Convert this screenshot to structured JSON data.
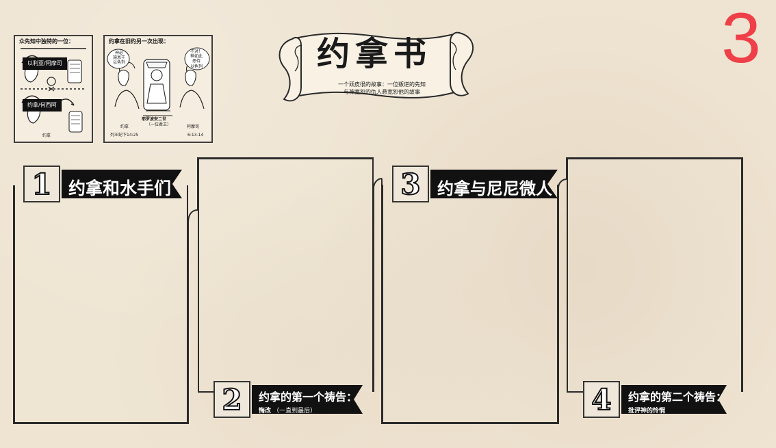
{
  "page": {
    "slide_number": "3"
  },
  "header": {
    "title": "约拿书",
    "subtitle_lines": [
      "一个顽皮很的故事：一位叛逆的先知",
      "与神宽恕的仇人悬宽恕他的故事"
    ]
  },
  "thumbnails": {
    "left": {
      "heading": "众先知中独特的一位：",
      "banner_top": "以利亚/阿摩司",
      "banner_bottom": "约拿/何西阿",
      "caption_bottom": "约拿"
    },
    "right": {
      "heading": "约拿在旧约另一次出现：",
      "speech_left": "神必\n施恩于\n以色列",
      "speech_right": "不对！\n神如此\n恶待\n以色列",
      "figure_left": "约拿",
      "figure_center": "耶罗波安二世",
      "figure_center_sub": "（一位君王）",
      "figure_right": "阿摩司",
      "caption_left": "列王纪下14:25",
      "caption_right": "6:13-14"
    }
  },
  "sections": [
    {
      "number": "1",
      "title": "约拿和水手们"
    },
    {
      "number": "2",
      "title": "约拿的第一个祷告：",
      "subtitle": "悔改",
      "subtitle_note": "（一直到最后）"
    },
    {
      "number": "3",
      "title": "约拿与尼尼微人"
    },
    {
      "number": "4",
      "title": "约拿的第二个祷告：",
      "subtitle": "批评神的怜悯"
    }
  ]
}
